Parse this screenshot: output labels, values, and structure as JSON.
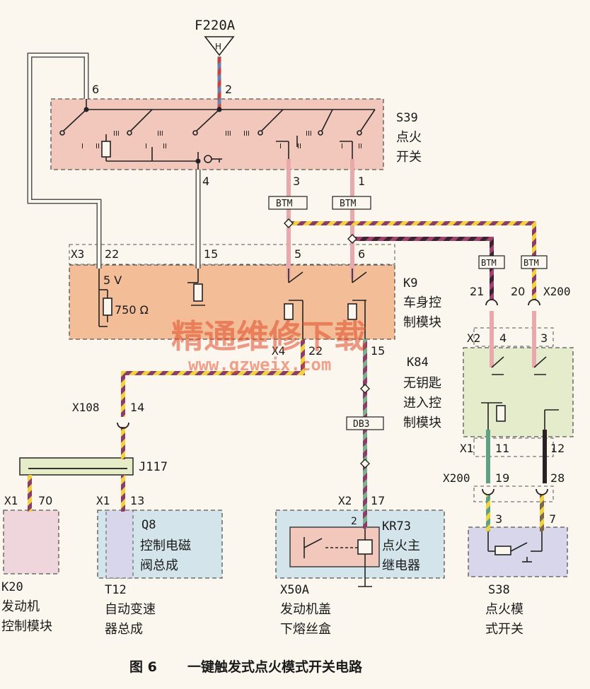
{
  "source": {
    "label": "F220A",
    "symbol": "H"
  },
  "modules": {
    "s39": {
      "code": "S39",
      "name_l1": "点火",
      "name_l2": "开关"
    },
    "k9": {
      "code": "K9",
      "name_l1": "车身控",
      "name_l2": "制模块",
      "voltage": "5 V",
      "resistor": "750 Ω"
    },
    "k84": {
      "code": "K84",
      "name_l1": "无钥匙",
      "name_l2": "进入控",
      "name_l3": "制模块"
    },
    "j117": {
      "code": "J117"
    },
    "k20": {
      "code": "K20",
      "name_l1": "发动机",
      "name_l2": "控制模块"
    },
    "q8": {
      "code": "Q8",
      "name_l1": "控制电磁",
      "name_l2": "阀总成"
    },
    "t12": {
      "code": "T12",
      "name_l1": "自动变速",
      "name_l2": "器总成"
    },
    "kr73": {
      "code": "KR73",
      "name_l1": "点火主",
      "name_l2": "继电器"
    },
    "x50a": {
      "code": "X50A",
      "name_l1": "发动机盖",
      "name_l2": "下熔丝盒"
    },
    "s38": {
      "code": "S38",
      "name_l1": "点火模",
      "name_l2": "式开关"
    }
  },
  "connectors": {
    "x3": "X3",
    "x4": "X4",
    "x2": "X2",
    "x1": "X1",
    "x200": "X200",
    "x108": "X108"
  },
  "pins": {
    "p2": "2",
    "p6": "6",
    "p4": "4",
    "p3": "3",
    "p1": "1",
    "p22": "22",
    "p15": "15",
    "p5": "5",
    "p6b": "6",
    "p21": "21",
    "p20": "20",
    "p4b": "4",
    "p3b": "3",
    "p22b": "22",
    "p15b": "15",
    "p14": "14",
    "p11": "11",
    "p12": "12",
    "p19": "19",
    "p28": "28",
    "p3c": "3",
    "p7": "7",
    "p70": "70",
    "p13": "13",
    "p17": "17",
    "p2b": "2"
  },
  "switch_positions": {
    "off": "I",
    "acc": "II",
    "on": "III"
  },
  "splices": {
    "btm": "BTM",
    "db3": "DB3"
  },
  "watermark": {
    "text": "精通维修下载",
    "url": "www.gzweix.com"
  },
  "caption": {
    "fig": "图 6",
    "title": "一键触发式点火模式开关电路"
  },
  "colors": {
    "module_pink": "#f2c8bd",
    "module_orange": "#f3be97",
    "module_green": "#e5eccb",
    "module_blue": "#d3e4ea",
    "module_lilac": "#d8d6ea",
    "module_rose": "#efd6dc",
    "wire_pink": "#e9a8ab",
    "wire_yellow": "#f0d33a",
    "wire_violet": "#8e3a6a",
    "wire_dark": "#3b2430",
    "wire_green": "#5aa283",
    "wire_brown": "#7a6648"
  }
}
